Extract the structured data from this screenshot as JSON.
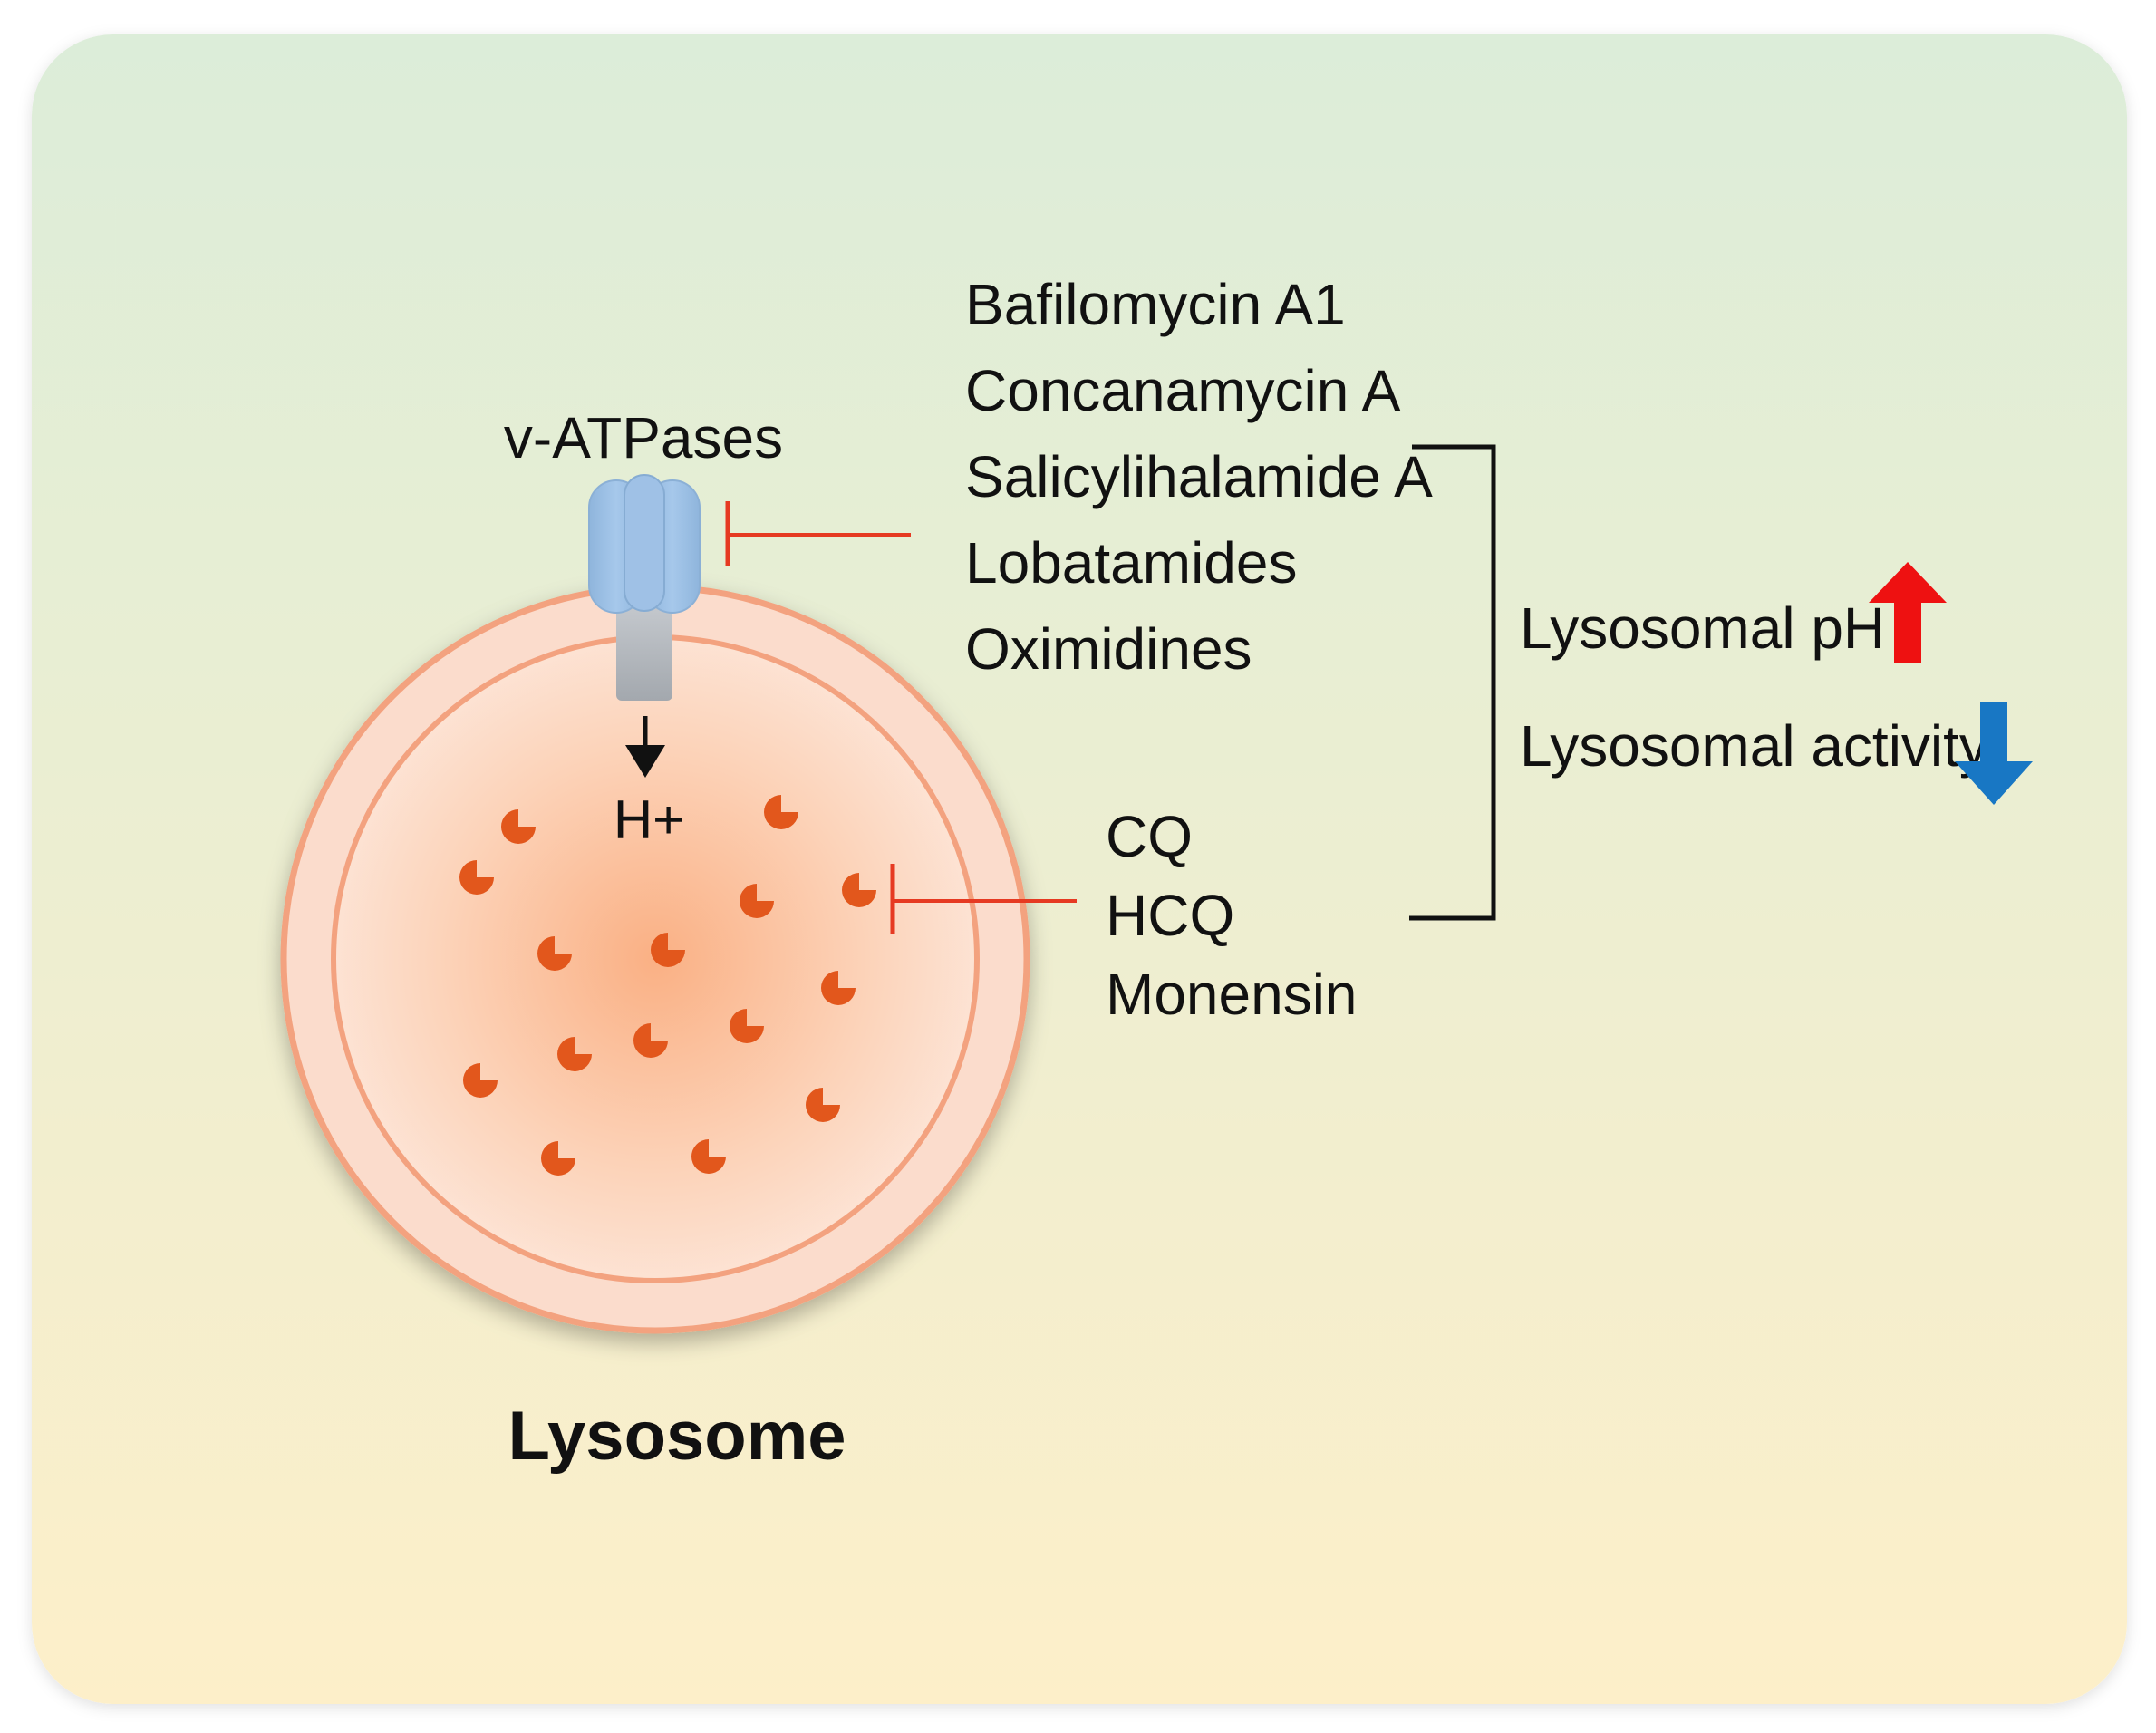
{
  "panel": {
    "gradient_top": "#dcedd9",
    "gradient_bottom": "#fdefc9"
  },
  "lysosome": {
    "title": "Lysosome",
    "outer_fill": "#fbdccc",
    "outer_stroke": "#f3a27f",
    "core_color": "#fab084",
    "particle_color": "#e2571c"
  },
  "pump": {
    "label": "v-ATPases",
    "proton_label": "H+",
    "subunit_color": "#a6c8eb",
    "stalk_color": "#a3a8ae"
  },
  "inhibitor_groups": {
    "v_atpase_inhibitors": [
      "Bafilomycin A1",
      "Concanamycin A",
      "Salicylihalamide A",
      "Lobatamides",
      "Oximidines"
    ],
    "lysosomotropic_agents": [
      "CQ",
      "HCQ",
      "Monensin"
    ],
    "inhibition_color": "#e63a22"
  },
  "effects": {
    "ph_label": "Lysosomal pH",
    "ph_arrow_direction": "up",
    "ph_arrow_color": "#ee1111",
    "activity_label": "Lysosomal activity",
    "activity_arrow_direction": "down",
    "activity_arrow_color": "#1877c4"
  }
}
